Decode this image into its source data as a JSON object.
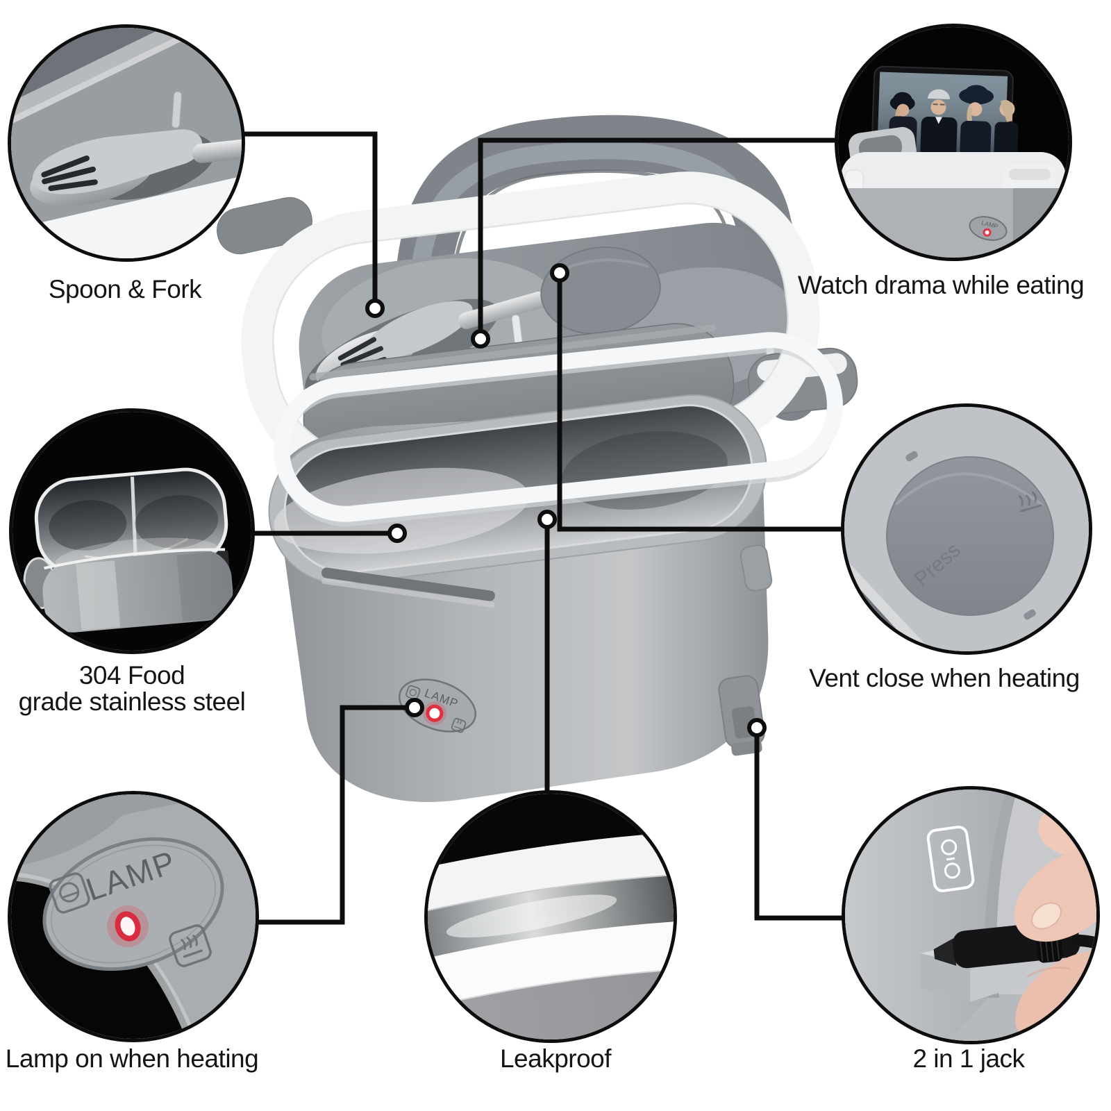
{
  "figure_type": "product-feature-infographic",
  "callouts": [
    {
      "name": "spoon-fork",
      "label": "Spoon & Fork"
    },
    {
      "name": "watch-drama",
      "label": "Watch drama while eating"
    },
    {
      "name": "stainless-steel",
      "label_lines": [
        "304 Food",
        "grade stainless steel"
      ]
    },
    {
      "name": "vent",
      "label": "Vent close when heating",
      "cap_text": "Press"
    },
    {
      "name": "lamp",
      "label": "Lamp on when heating",
      "panel_text": "LAMP"
    },
    {
      "name": "leakproof",
      "label": "Leakproof"
    },
    {
      "name": "jack",
      "label": "2 in 1 jack"
    }
  ],
  "product": {
    "panel_text": "LAMP",
    "mini_panel_text": "LAMP",
    "vent_cap_text": "Press"
  },
  "icons": {
    "vent_cap": "steam-icon",
    "panel_left": "bowl-icon",
    "panel_right": "heat-icon",
    "jack_label": "power-socket-icon",
    "lamp_led": "led-indicator"
  },
  "colors": {
    "background": "#ffffff",
    "connector_line": "#0d0d0d",
    "label_text": "#141414",
    "led_red": "#e23848",
    "body_grey": "#9aa0a5",
    "lid_white": "#f3f4f4",
    "steel_dark": "#4a4e53",
    "skin": "#eec6b5"
  }
}
